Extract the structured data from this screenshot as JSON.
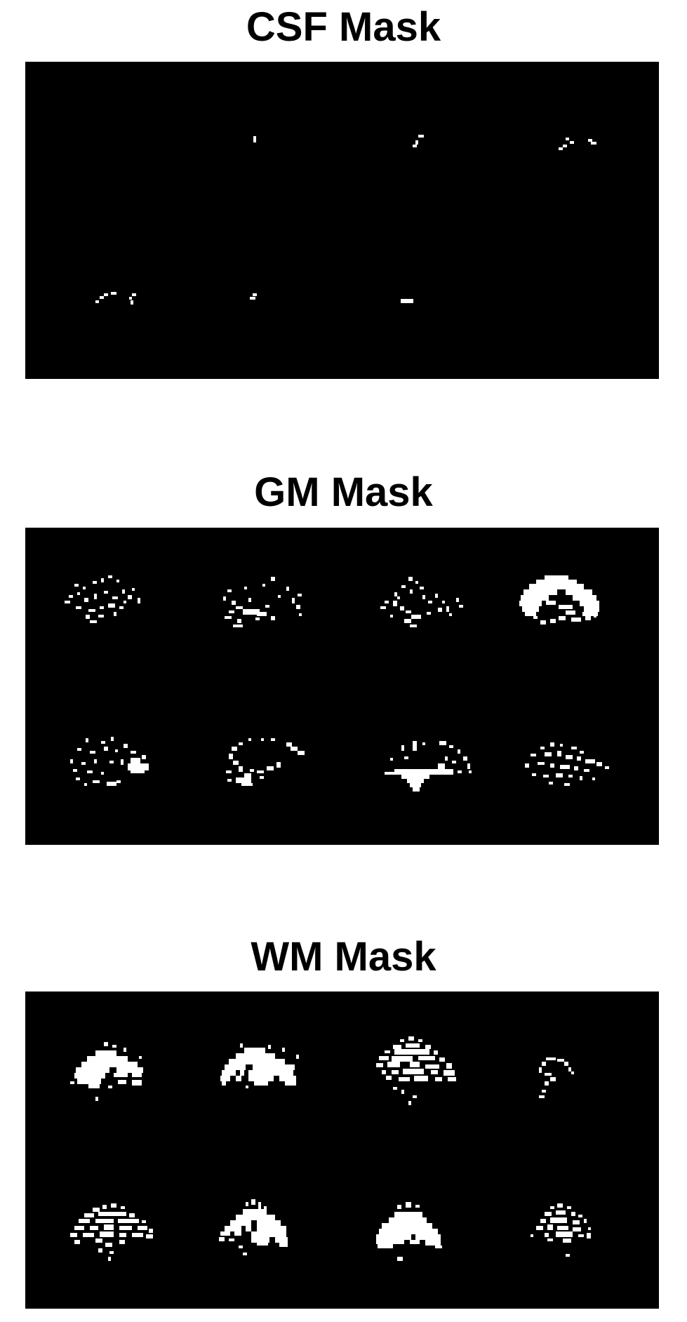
{
  "colors": {
    "background": "#ffffff",
    "panel_background": "#000000",
    "mask_foreground": "#ffffff",
    "title": "#000000"
  },
  "panels": [
    {
      "id": "csf",
      "title": "CSF Mask",
      "grid": "2x4",
      "slices": 8
    },
    {
      "id": "gm",
      "title": "GM Mask",
      "grid": "2x4",
      "slices": 8
    },
    {
      "id": "wm",
      "title": "WM Mask",
      "grid": "2x4",
      "slices": 8
    }
  ]
}
